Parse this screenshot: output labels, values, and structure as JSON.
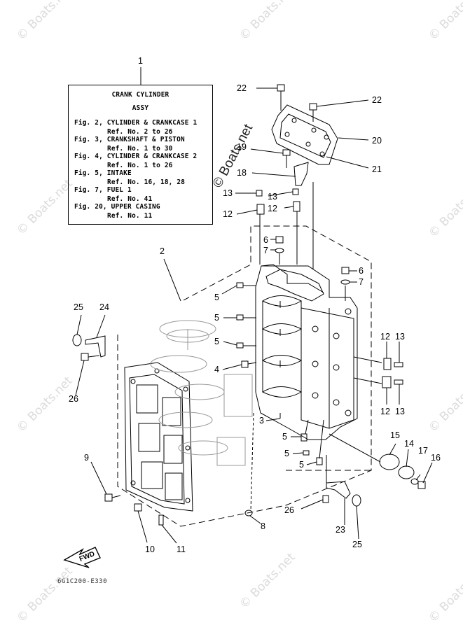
{
  "watermark": {
    "text": "© Boats.net",
    "center_text": "© Boats.net"
  },
  "reference_box": {
    "number": "1",
    "title_line1": "CRANK CYLINDER",
    "title_line2": "ASSY",
    "entries": [
      {
        "fig": "Fig. 2, CYLINDER & CRANKCASE 1",
        "ref": "Ref. No. 2 to 26"
      },
      {
        "fig": "Fig. 3, CRANKSHAFT & PISTON",
        "ref": "Ref. No. 1 to 30"
      },
      {
        "fig": "Fig. 4, CYLINDER & CRANKCASE 2",
        "ref": "Ref. No. 1 to 26"
      },
      {
        "fig": "Fig. 5, INTAKE",
        "ref": "Ref. No. 16, 18, 28"
      },
      {
        "fig": "Fig. 7, FUEL 1",
        "ref": "Ref. No. 41"
      },
      {
        "fig": "Fig. 20, UPPER CASING",
        "ref": "Ref. No. 11"
      }
    ]
  },
  "callouts": [
    "22",
    "22",
    "20",
    "21",
    "19",
    "18",
    "13",
    "13",
    "12",
    "12",
    "6",
    "7",
    "6",
    "7",
    "2",
    "5",
    "5",
    "5",
    "4",
    "3",
    "5",
    "5",
    "5",
    "25",
    "24",
    "26",
    "12",
    "13",
    "12",
    "13",
    "15",
    "14",
    "17",
    "16",
    "9",
    "10",
    "11",
    "8",
    "26",
    "23",
    "25"
  ],
  "direction_label": "FWD",
  "drawing_code": "6G1C200-E330"
}
